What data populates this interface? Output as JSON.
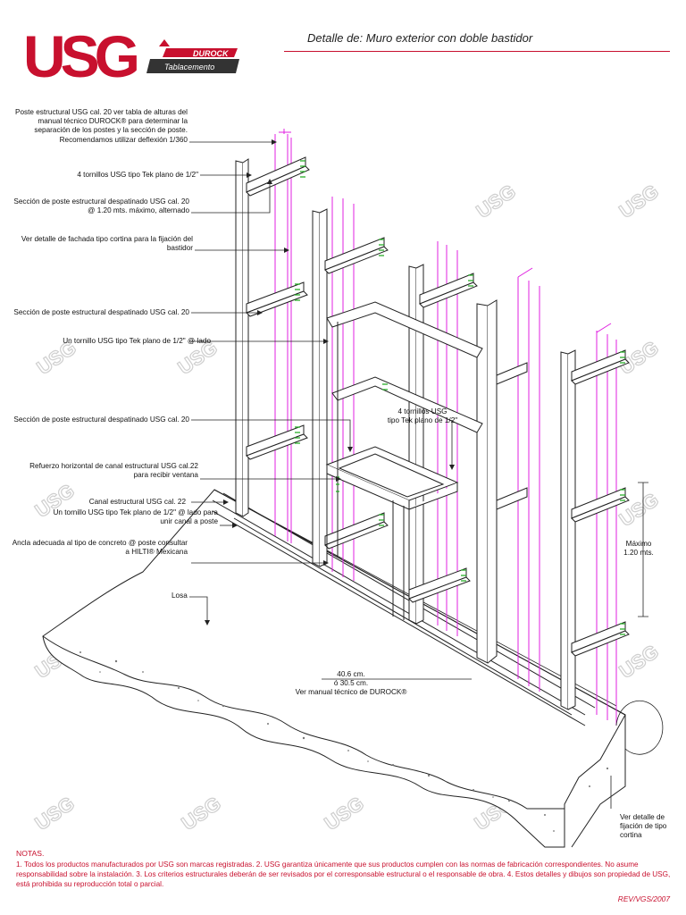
{
  "brand": {
    "logo_text": "USG",
    "durock_text": "DUROCK",
    "durock_sub": "Tablacemento"
  },
  "header": {
    "title": "Detalle de: Muro exterior con doble bastidor"
  },
  "watermark": {
    "text": "USG"
  },
  "labels": {
    "poste_estructural": [
      "Poste estructural USG cal. 20 ver tabla de alturas del",
      "manual técnico  DUROCK® para determinar la",
      "separación de los postes y la sección de poste.",
      "Recomendamos  utilizar deflexión 1/360"
    ],
    "tornillos_4": "4 tornillos USG tipo Tek plano de 1/2\"",
    "seccion_alternado": [
      "Sección de poste estructural despatinado USG cal. 20",
      "@ 1.20 mts.  máximo, alternado"
    ],
    "fachada": [
      "Ver detalle de fachada tipo cortina para la fijación del",
      "bastidor"
    ],
    "seccion_1": "Sección de poste estructural despatinado USG cal. 20",
    "tornillo_lado": "Un tornillo USG tipo Tek plano de 1/2\" @ lado",
    "seccion_2": "Sección de poste estructural despatinado USG cal. 20",
    "refuerzo": [
      "Refuerzo horizontal de canal estructural USG cal.22",
      "para recibir ventana"
    ],
    "canal": "Canal estructural USG cal. 22",
    "tornillo_canal": [
      "Un tornillo USG tipo Tek plano de 1/2\" @ lado para",
      "unir canal a poste"
    ],
    "ancla": [
      "Ancla adecuada al tipo de concreto @ poste consultar",
      "a HILTI® Mexicana"
    ],
    "losa": "Losa",
    "tornillos_4_center": [
      "4 tornillos USG",
      "tipo Tek plano de 1/2\""
    ],
    "maximo": [
      "Máximo",
      "1.20 mts."
    ],
    "separacion": [
      "40.6 cm.",
      "ó 30.5 cm.",
      "Ver manual técnico de DUROCK®"
    ],
    "ver_detalle": [
      "Ver detalle de",
      "fijación  de tipo",
      "cortina"
    ]
  },
  "notes": {
    "heading": "NOTAS.",
    "text": "1. Todos los productos manufacturados por USG son marcas registradas. 2. USG garantiza únicamente que sus productos cumplen con las normas de fabricación correspondientes. No asume responsabilidad sobre la instalación. 3. Los criterios estructurales deberán de ser revisados por el corresponsable estructural o el responsable de obra. 4. Estos detalles y dibujos son propiedad de USG, está prohibida su reproducción total o parcial."
  },
  "revision": "REV/VGS/2007",
  "colors": {
    "brand_red": "#c8102e",
    "magenta": "#e020e0",
    "line": "#222222",
    "accent_green": "#22aa22"
  }
}
